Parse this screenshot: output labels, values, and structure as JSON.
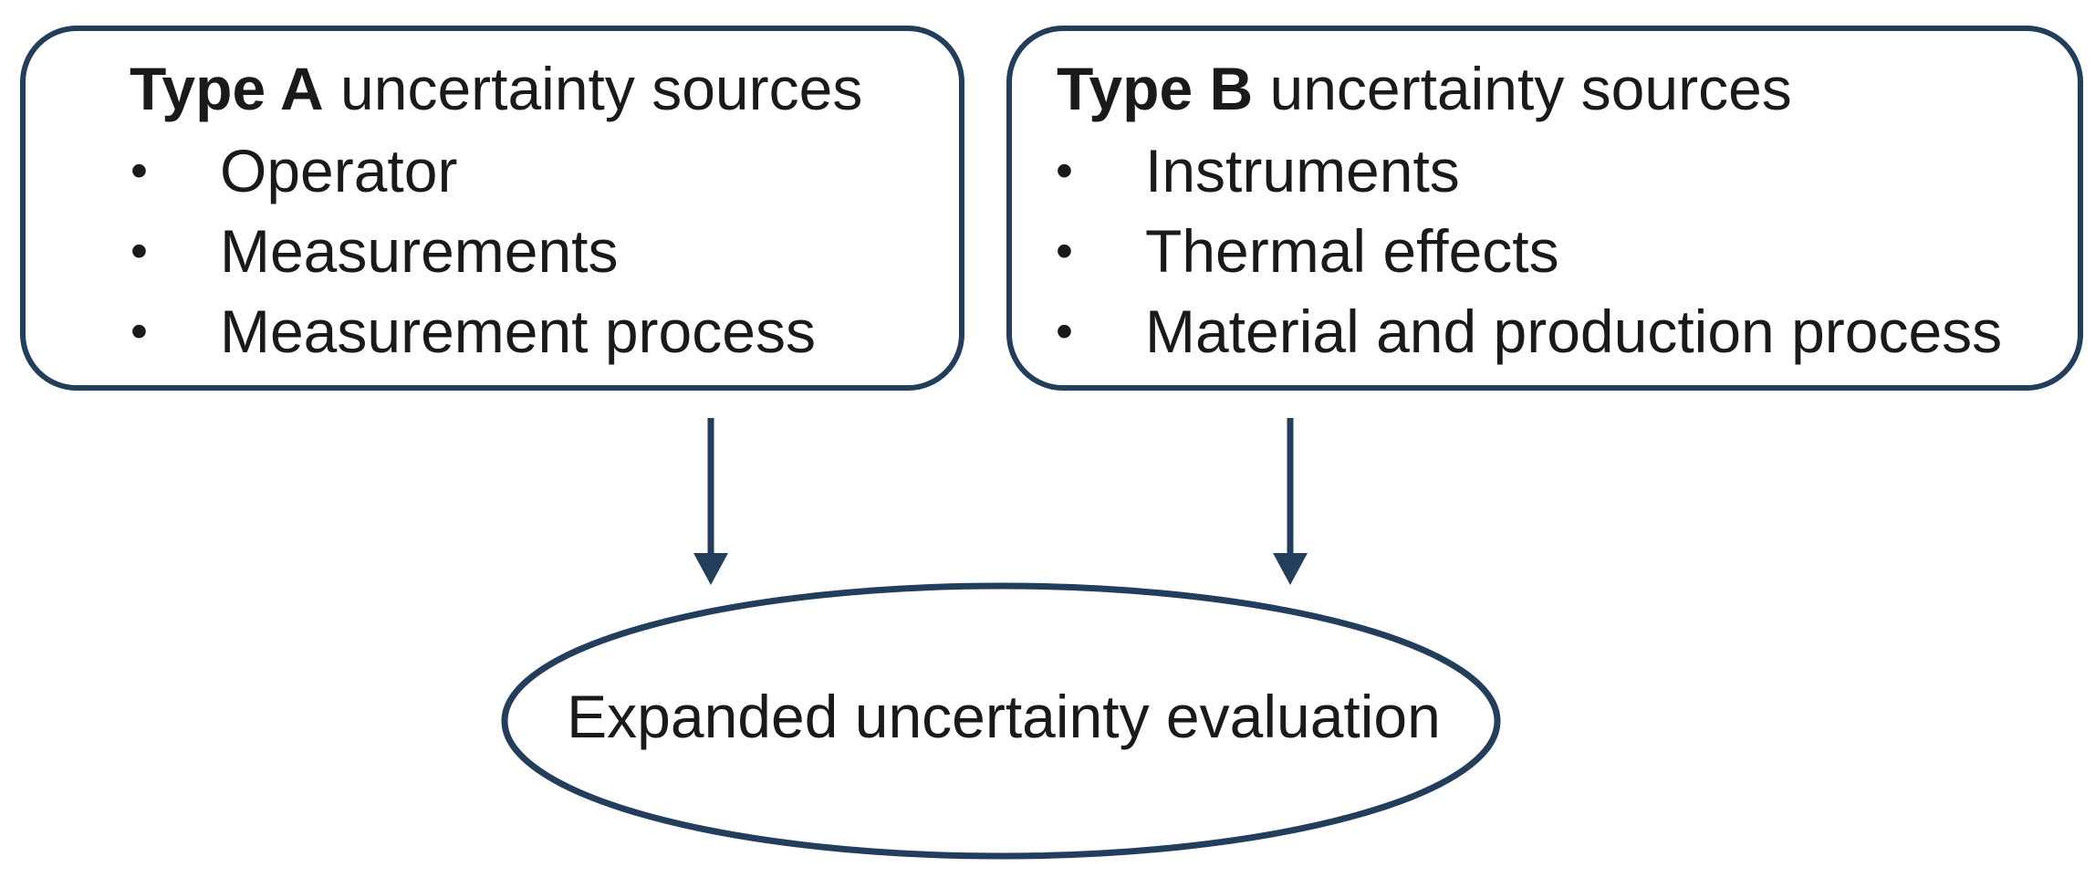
{
  "box_a": {
    "title_bold": "Type A",
    "title_rest": " uncertainty sources",
    "bullet": "•",
    "items": [
      "Operator",
      "Measurements",
      "Measurement process"
    ]
  },
  "box_b": {
    "title_bold": "Type B",
    "title_rest": " uncertainty sources",
    "bullet": "•",
    "items": [
      "Instruments",
      "Thermal effects",
      "Material and production process"
    ]
  },
  "result": {
    "label": "Expanded uncertainty evaluation"
  },
  "colors": {
    "stroke": "#233e5c",
    "text": "#1a1a1a",
    "background": "#ffffff"
  }
}
